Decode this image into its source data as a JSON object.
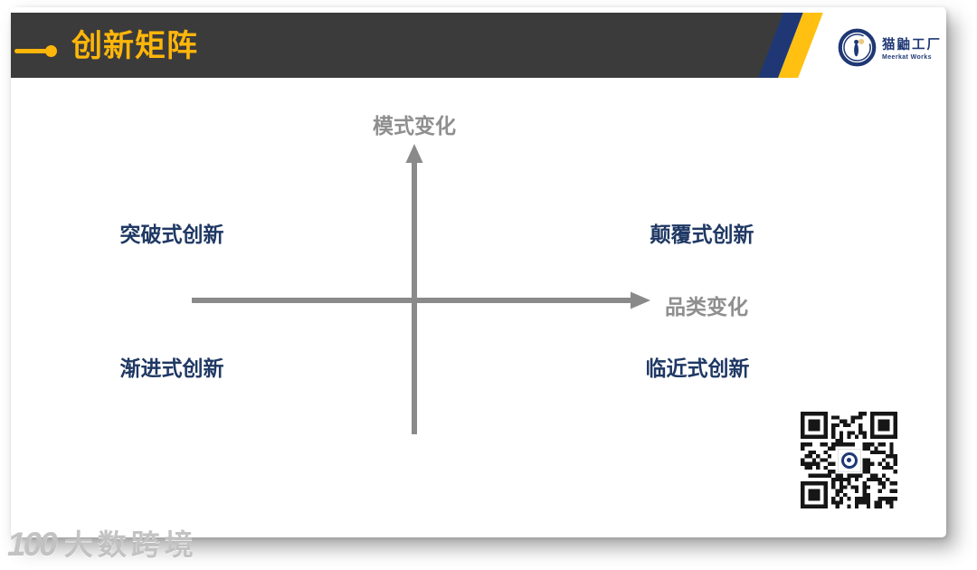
{
  "slide": {
    "title": "创新矩阵"
  },
  "logo": {
    "name_cn": "猫鼬工厂",
    "name_en": "Meerkat Works"
  },
  "matrix": {
    "y_axis_label": "模式变化",
    "x_axis_label": "品类变化",
    "quadrants": {
      "top_left": "突破式创新",
      "top_right": "颠覆式创新",
      "bottom_left": "渐进式创新",
      "bottom_right": "临近式创新"
    }
  },
  "watermark": {
    "logo": "100",
    "text": "大数跨境"
  },
  "colors": {
    "header_bg": "#3B3B3B",
    "accent_yellow": "#FFB60A",
    "stripe_navy": "#1F3875",
    "stripe_yellow": "#FFC011",
    "quadrant_text": "#1F3864",
    "axis_gray": "#8A8A8A",
    "axis_label_gray": "#8F8F8F"
  }
}
